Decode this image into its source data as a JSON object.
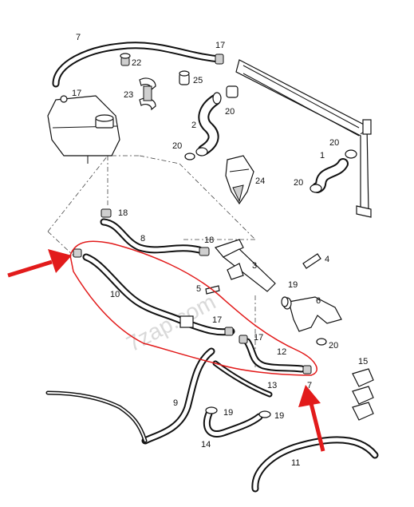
{
  "diagram": {
    "watermark": "7zap.com",
    "labels": {
      "p1": "1",
      "p2": "2",
      "p3": "3",
      "p4": "4",
      "p5": "5",
      "p6": "6",
      "p7_top": "7",
      "p7_bottom": "7",
      "p8": "8",
      "p9": "9",
      "p10": "10",
      "p11": "11",
      "p12": "12",
      "p13": "13",
      "p14": "14",
      "p15": "15",
      "p17_a": "17",
      "p17_b": "17",
      "p17_c": "17",
      "p17_d": "17",
      "p18_a": "18",
      "p18_b": "18",
      "p19_a": "19",
      "p19_b": "19",
      "p19_c": "19",
      "p20_a": "20",
      "p20_b": "20",
      "p20_c": "20",
      "p20_d": "20",
      "p20_e": "20",
      "p22": "22",
      "p23": "23",
      "p24": "24",
      "p25": "25"
    },
    "colors": {
      "highlight": "#e21b1b",
      "line": "#111111",
      "shade": "#cfcfcf"
    }
  }
}
